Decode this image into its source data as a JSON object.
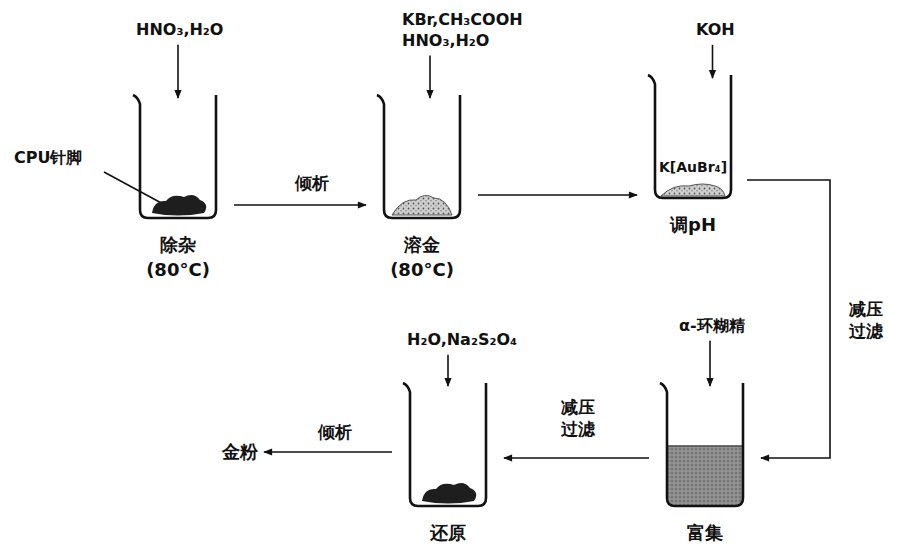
{
  "diagram": {
    "nodes": [
      {
        "text": [
          "HNO₃,H₂O"
        ]
      },
      {
        "text": [
          "除杂",
          "(80°C)"
        ]
      },
      {
        "text": [
          "KBr,CH₃COOH HNO₃,H₂O"
        ]
      },
      {
        "text": [
          "溶金",
          "(80°C)"
        ]
      },
      {
        "text": [
          "KOH"
        ]
      },
      {
        "text": [
          "K[AuBr₄]",
          "调pH"
        ]
      },
      {
        "text": [
          "α-环糊精"
        ]
      },
      {
        "text": [
          "富集"
        ]
      },
      {
        "text": [
          "H₂O,Na₂S₂O₄"
        ]
      },
      {
        "text": [
          "还原"
        ]
      },
      {
        "text": [
          "金粉"
        ]
      }
    ],
    "edges": [
      {
        "from": 0,
        "to": 1,
        "arrow": "to"
      },
      {
        "from": 1,
        "to": 3,
        "label": "倾析",
        "arrow": "to"
      },
      {
        "from": 2,
        "to": 3,
        "arrow": "to"
      },
      {
        "from": 3,
        "to": 5,
        "arrow": "to"
      },
      {
        "from": 4,
        "to": 5,
        "arrow": "to"
      },
      {
        "from": 5,
        "to": 7,
        "label": "减压 过滤",
        "arrow": "to"
      },
      {
        "from": 6,
        "to": 7,
        "arrow": "to"
      },
      {
        "from": 7,
        "to": 9,
        "label": "减压 过滤",
        "arrow": "to"
      },
      {
        "from": 8,
        "to": 9,
        "arrow": "to"
      },
      {
        "from": 9,
        "to": 10,
        "label": "倾析",
        "arrow": "to"
      }
    ],
    "labels": [
      "CPU针脚"
    ]
  }
}
